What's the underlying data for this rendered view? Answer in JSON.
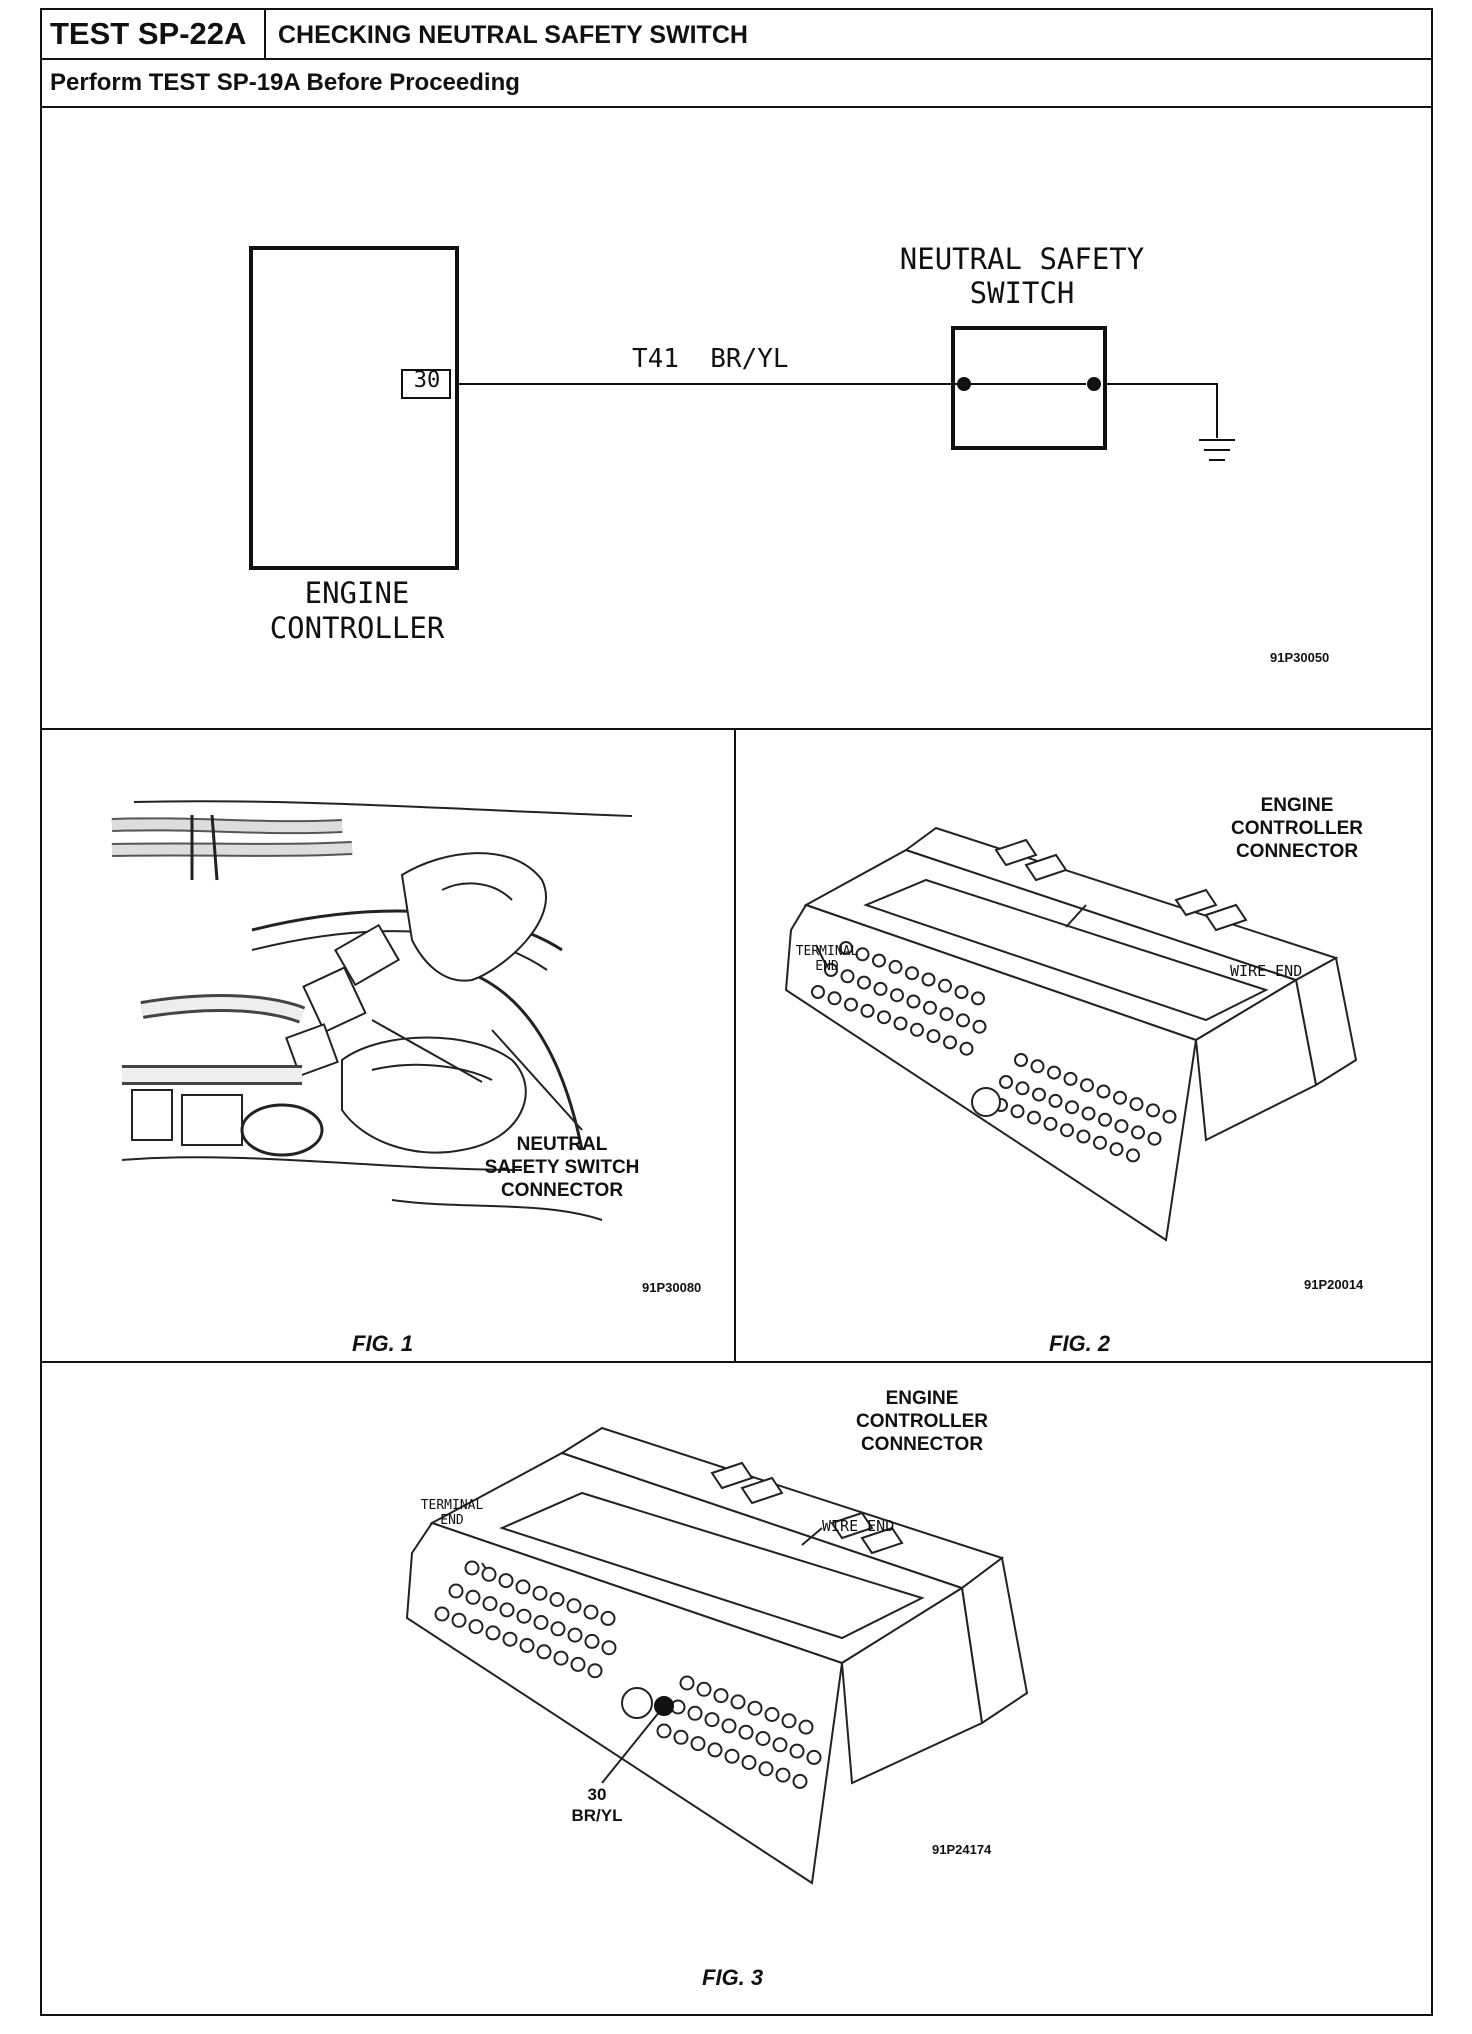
{
  "header": {
    "test_id": "TEST SP-22A",
    "title": "CHECKING NEUTRAL SAFETY SWITCH",
    "subtitle": "Perform TEST SP-19A Before Proceeding"
  },
  "schematic": {
    "controller_label_line1": "ENGINE",
    "controller_label_line2": "CONTROLLER",
    "pin": "30",
    "wire_label": "T41  BR/YL",
    "switch_label_line1": "NEUTRAL SAFETY",
    "switch_label_line2": "SWITCH",
    "code": "91P30050"
  },
  "fig1": {
    "label_line1": "NEUTRAL",
    "label_line2": "SAFETY SWITCH",
    "label_line3": "CONNECTOR",
    "code": "91P30080",
    "caption": "FIG. 1"
  },
  "fig2": {
    "label_line1": "ENGINE",
    "label_line2": "CONTROLLER",
    "label_line3": "CONNECTOR",
    "terminal_line1": "TERMINAL",
    "terminal_line2": "END",
    "wire_end": "WIRE END",
    "code": "91P20014",
    "caption": "FIG. 2"
  },
  "fig3": {
    "label_line1": "ENGINE",
    "label_line2": "CONTROLLER",
    "label_line3": "CONNECTOR",
    "terminal_line1": "TERMINAL",
    "terminal_line2": "END",
    "wire_end": "WIRE END",
    "pin_label_line1": "30",
    "pin_label_line2": "BR/YL",
    "code": "91P24174",
    "caption": "FIG. 3"
  }
}
